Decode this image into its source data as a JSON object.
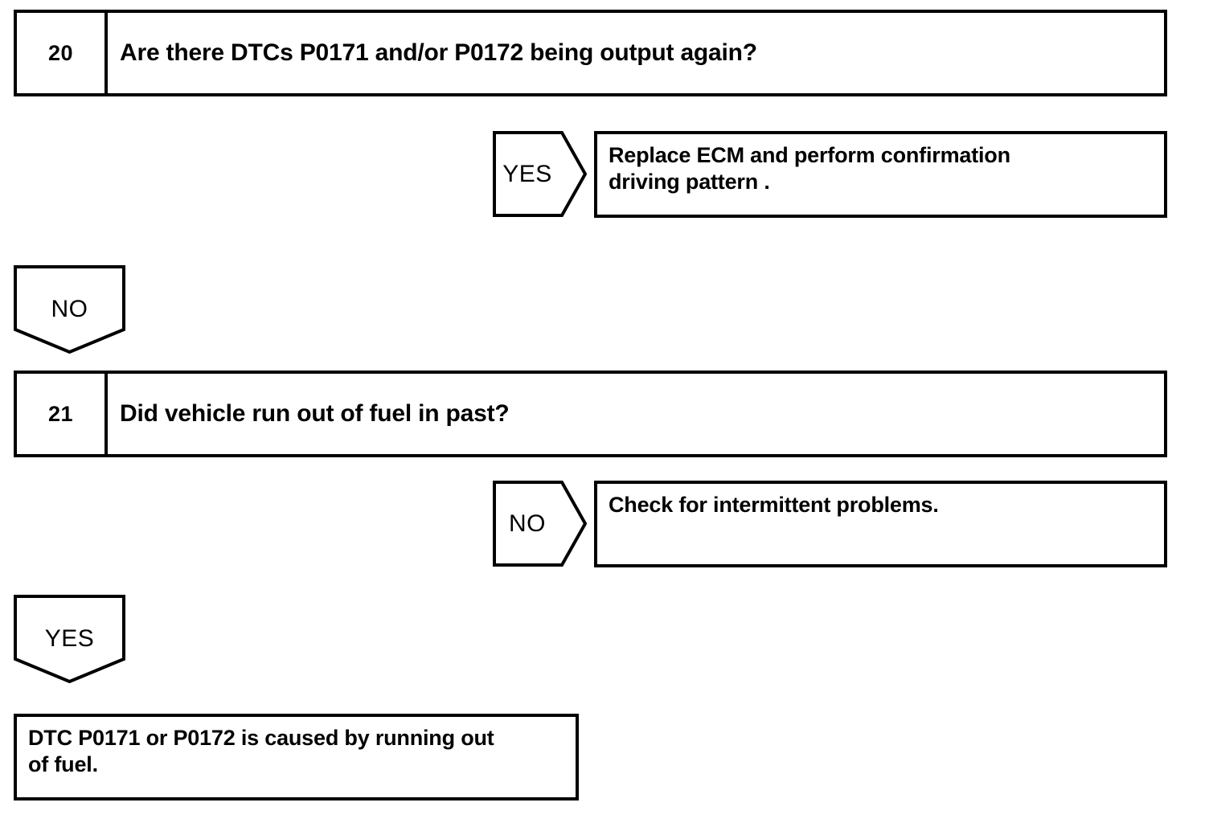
{
  "diagram": {
    "type": "troubleshooting-flowchart",
    "steps": [
      {
        "number": "20",
        "question": "Are there DTCs P0171 and/or P0172 being output again?"
      },
      {
        "number": "21",
        "question": "Did vehicle run out of fuel in past?"
      }
    ],
    "branches": {
      "step20_yes_label": "YES",
      "step20_no_label": "NO",
      "step21_no_label": "NO",
      "step21_yes_label": "YES"
    },
    "results": {
      "step20_yes_line1": "Replace  ECM and  perform confirmation",
      "step20_yes_line2": "driving pattern .",
      "step21_no_line1": "Check for intermittent problems.",
      "step21_yes_line1": "DTC P0171 or P0172 is caused by running out",
      "step21_yes_line2": "of fuel."
    },
    "colors": {
      "stroke": "#000000",
      "background": "#ffffff"
    }
  }
}
